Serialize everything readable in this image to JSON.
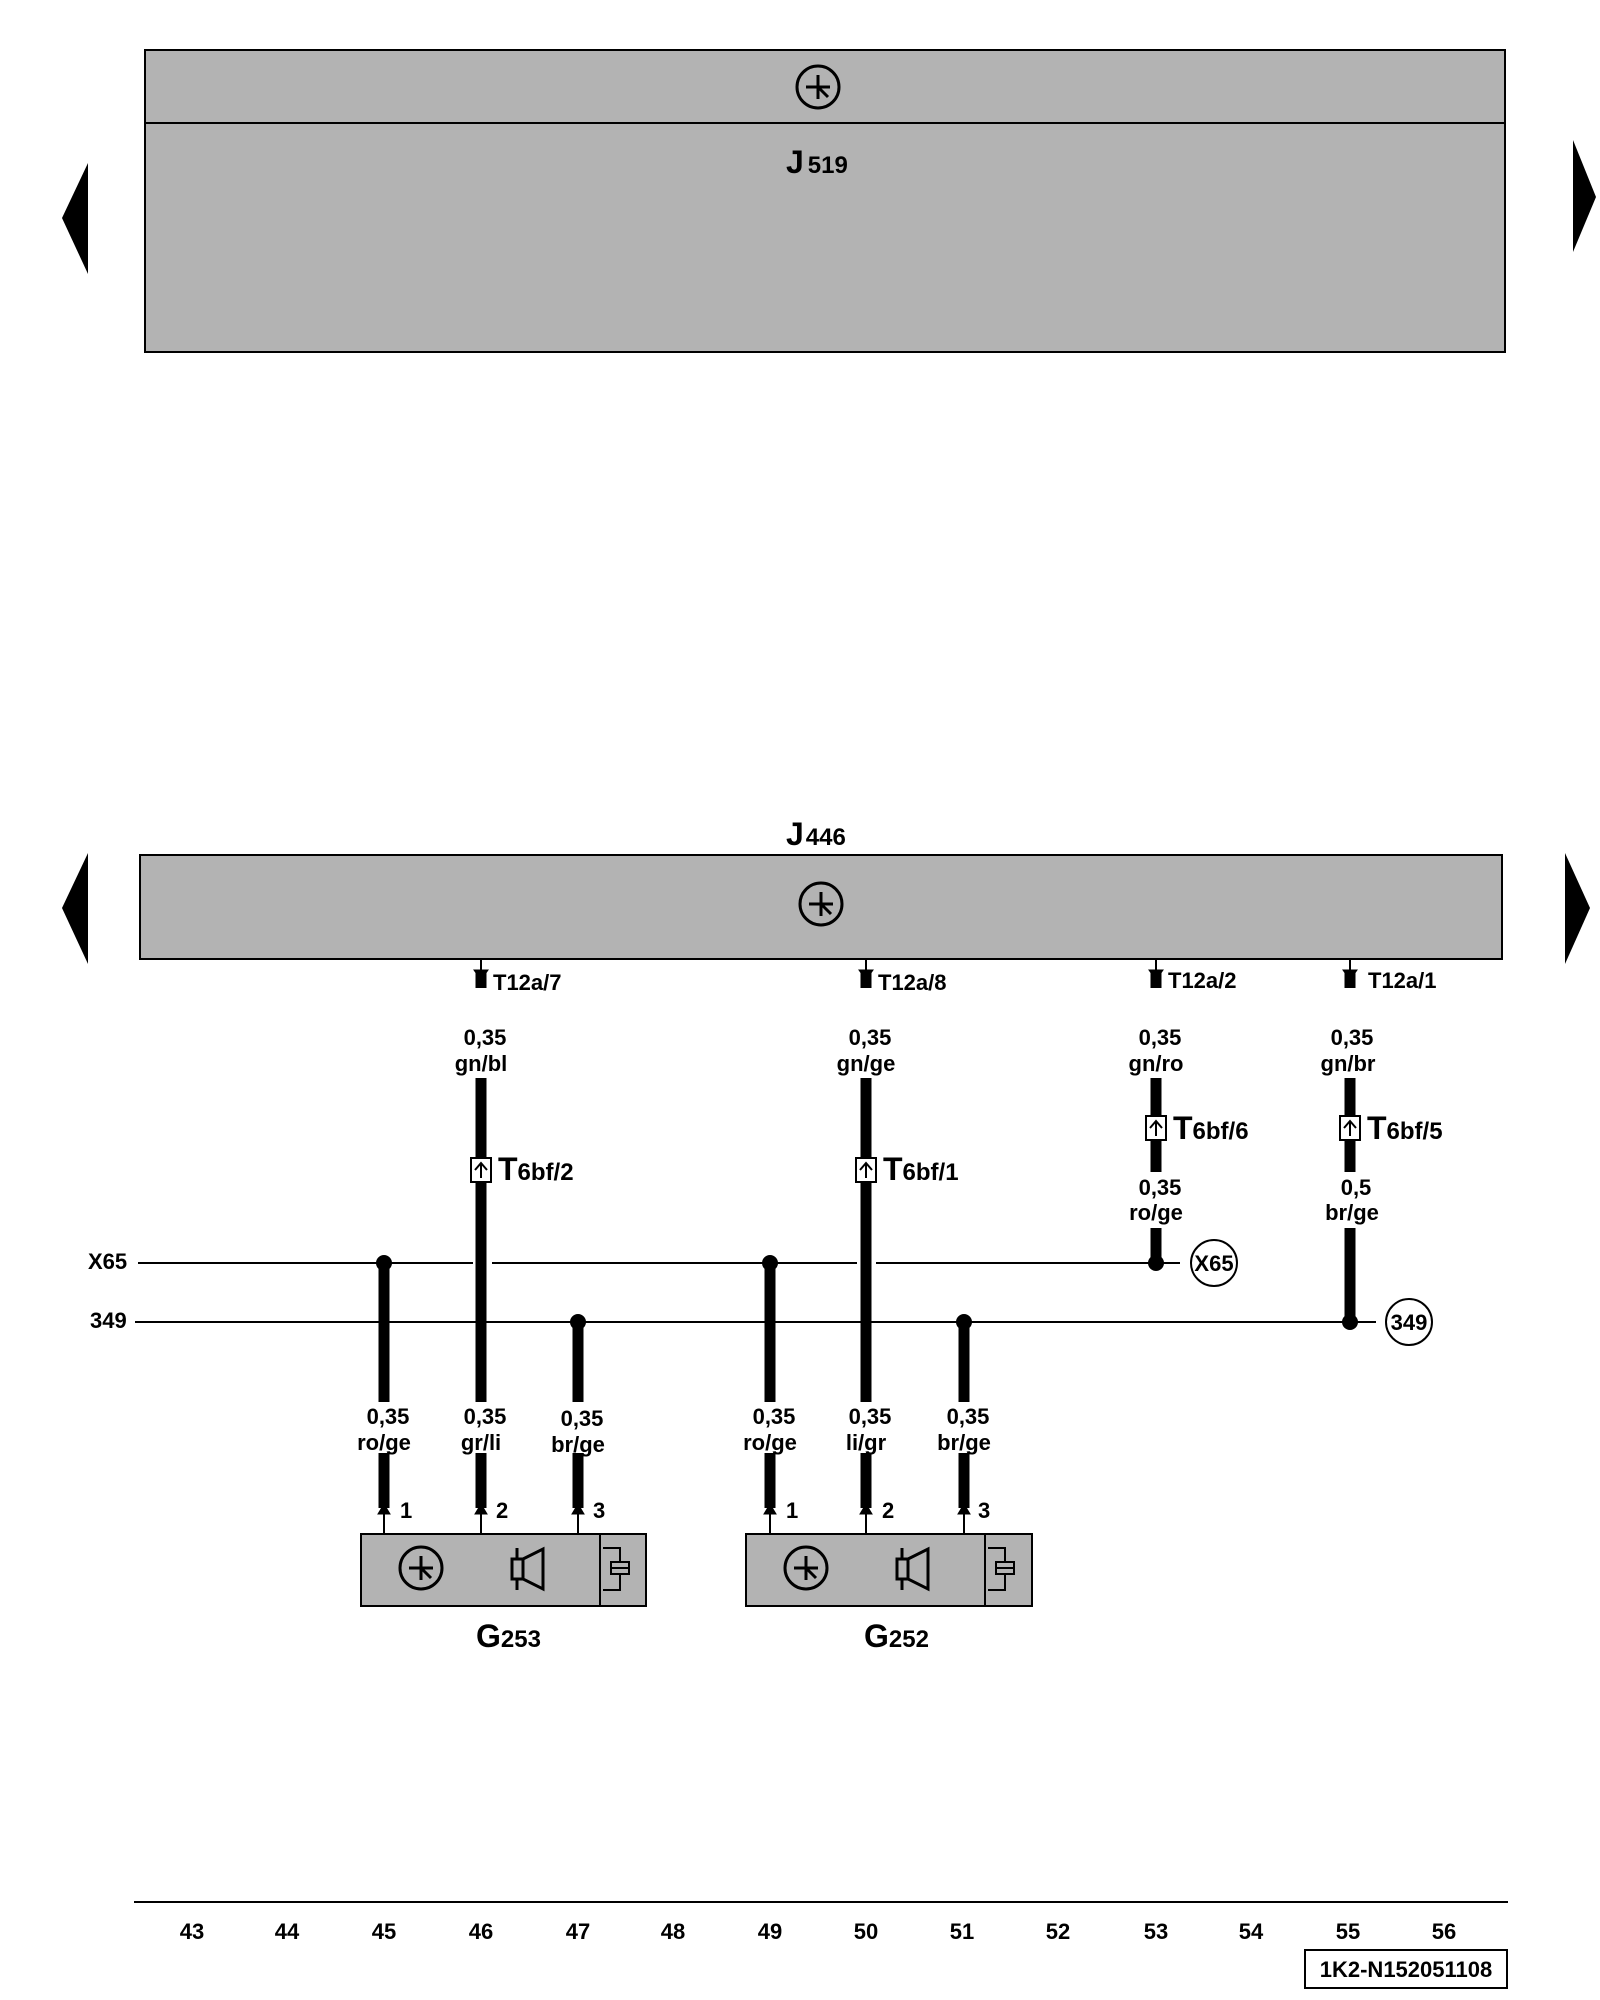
{
  "modules": {
    "top": {
      "letter": "J",
      "number": "519"
    },
    "bottom": {
      "letter": "J",
      "number": "446"
    }
  },
  "connectors": {
    "c1": {
      "letter": "T",
      "sub": "6bf/2"
    },
    "c2": {
      "letter": "T",
      "sub": "6bf/1"
    },
    "c3": {
      "letter": "T",
      "sub": "6bf/6"
    },
    "c4": {
      "letter": "T",
      "sub": "6bf/5"
    }
  },
  "top_pins": [
    "T12a/7",
    "T12a/8",
    "T12a/2",
    "T12a/1"
  ],
  "wires": {
    "w46_top": {
      "size": "0,35",
      "color": "gn/bl"
    },
    "w50_top": {
      "size": "0,35",
      "color": "gn/ge"
    },
    "w53_top": {
      "size": "0,35",
      "color": "gn/ro"
    },
    "w55_top": {
      "size": "0,35",
      "color": "gn/br"
    },
    "w53_bot": {
      "size": "0,35",
      "color": "ro/ge"
    },
    "w55_bot": {
      "size": "0,5",
      "color": "br/ge"
    },
    "w45": {
      "size": "0,35",
      "color": "ro/ge"
    },
    "w46": {
      "size": "0,35",
      "color": "gr/li"
    },
    "w47": {
      "size": "0,35",
      "color": "br/ge"
    },
    "w49": {
      "size": "0,35",
      "color": "ro/ge"
    },
    "w50": {
      "size": "0,35",
      "color": "li/gr"
    },
    "w51": {
      "size": "0,35",
      "color": "br/ge"
    }
  },
  "buses": {
    "x65": "X65",
    "b349": "349"
  },
  "terminals": {
    "x65": "X65",
    "b349": "349"
  },
  "sensors": {
    "g253": {
      "letter": "G",
      "number": "253",
      "pins": [
        "1",
        "2",
        "3"
      ]
    },
    "g252": {
      "letter": "G",
      "number": "252",
      "pins": [
        "1",
        "2",
        "3"
      ]
    }
  },
  "track_numbers": [
    "43",
    "44",
    "45",
    "46",
    "47",
    "48",
    "49",
    "50",
    "51",
    "52",
    "53",
    "54",
    "55",
    "56"
  ],
  "diagram_id": "1K2-N152051108"
}
